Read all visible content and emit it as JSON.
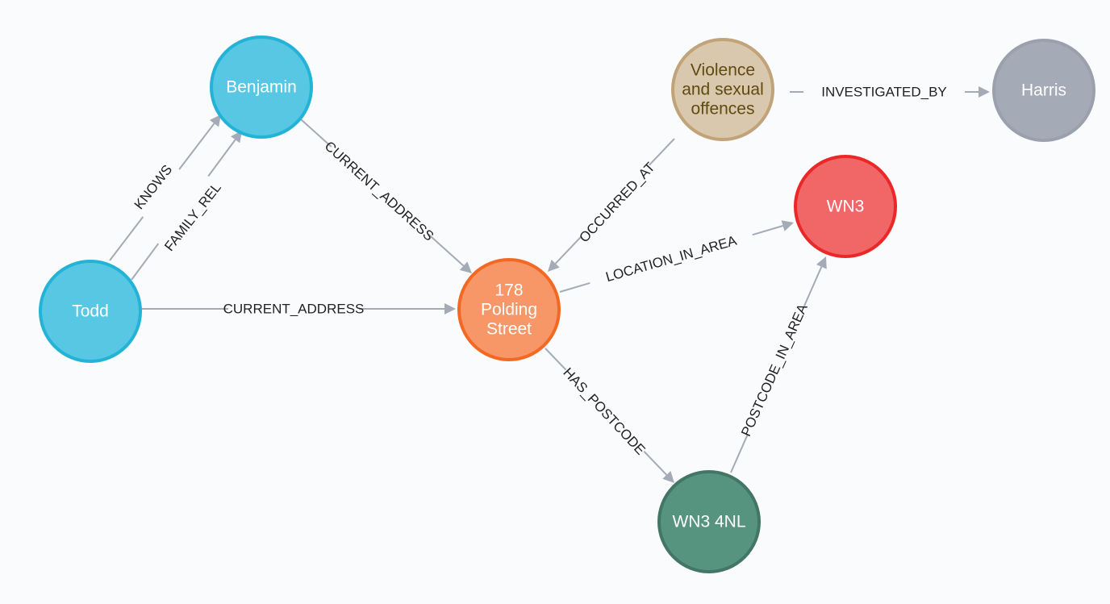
{
  "graph": {
    "nodes": [
      {
        "id": "todd",
        "label_lines": [
          "Todd"
        ],
        "fill": "#57c7e3",
        "stroke": "#23b3d7",
        "text_color": "#ffffff"
      },
      {
        "id": "benjamin",
        "label_lines": [
          "Benjamin"
        ],
        "fill": "#57c7e3",
        "stroke": "#23b3d7",
        "text_color": "#ffffff"
      },
      {
        "id": "polding",
        "label_lines": [
          "178",
          "Polding",
          "Street"
        ],
        "fill": "#f79767",
        "stroke": "#f36924",
        "text_color": "#ffffff"
      },
      {
        "id": "violence",
        "label_lines": [
          "Violence",
          "and sexual",
          "offences"
        ],
        "fill": "#d9c8ae",
        "stroke": "#c0a378",
        "text_color": "#604a0e"
      },
      {
        "id": "harris",
        "label_lines": [
          "Harris"
        ],
        "fill": "#a5abb6",
        "stroke": "#9aa1ac",
        "text_color": "#ffffff"
      },
      {
        "id": "wn3",
        "label_lines": [
          "WN3"
        ],
        "fill": "#f16667",
        "stroke": "#eb2728",
        "text_color": "#ffffff"
      },
      {
        "id": "wn34nl",
        "label_lines": [
          "WN3 4NL"
        ],
        "fill": "#569480",
        "stroke": "#447666",
        "text_color": "#ffffff"
      }
    ],
    "edges": [
      {
        "id": "e1",
        "source": "todd",
        "target": "benjamin",
        "label": "KNOWS"
      },
      {
        "id": "e2",
        "source": "todd",
        "target": "benjamin",
        "label": "FAMILY_REL"
      },
      {
        "id": "e3",
        "source": "benjamin",
        "target": "polding",
        "label": "CURRENT_ADDRESS"
      },
      {
        "id": "e4",
        "source": "todd",
        "target": "polding",
        "label": "CURRENT_ADDRESS"
      },
      {
        "id": "e5",
        "source": "violence",
        "target": "polding",
        "label": "OCCURRED_AT"
      },
      {
        "id": "e6",
        "source": "violence",
        "target": "harris",
        "label": "INVESTIGATED_BY"
      },
      {
        "id": "e7",
        "source": "polding",
        "target": "wn3",
        "label": "LOCATION_IN_AREA"
      },
      {
        "id": "e8",
        "source": "polding",
        "target": "wn34nl",
        "label": "HAS_POSTCODE"
      },
      {
        "id": "e9",
        "source": "wn34nl",
        "target": "wn3",
        "label": "POSTCODE_IN_AREA"
      }
    ],
    "edge_color": "#a5abb6"
  }
}
